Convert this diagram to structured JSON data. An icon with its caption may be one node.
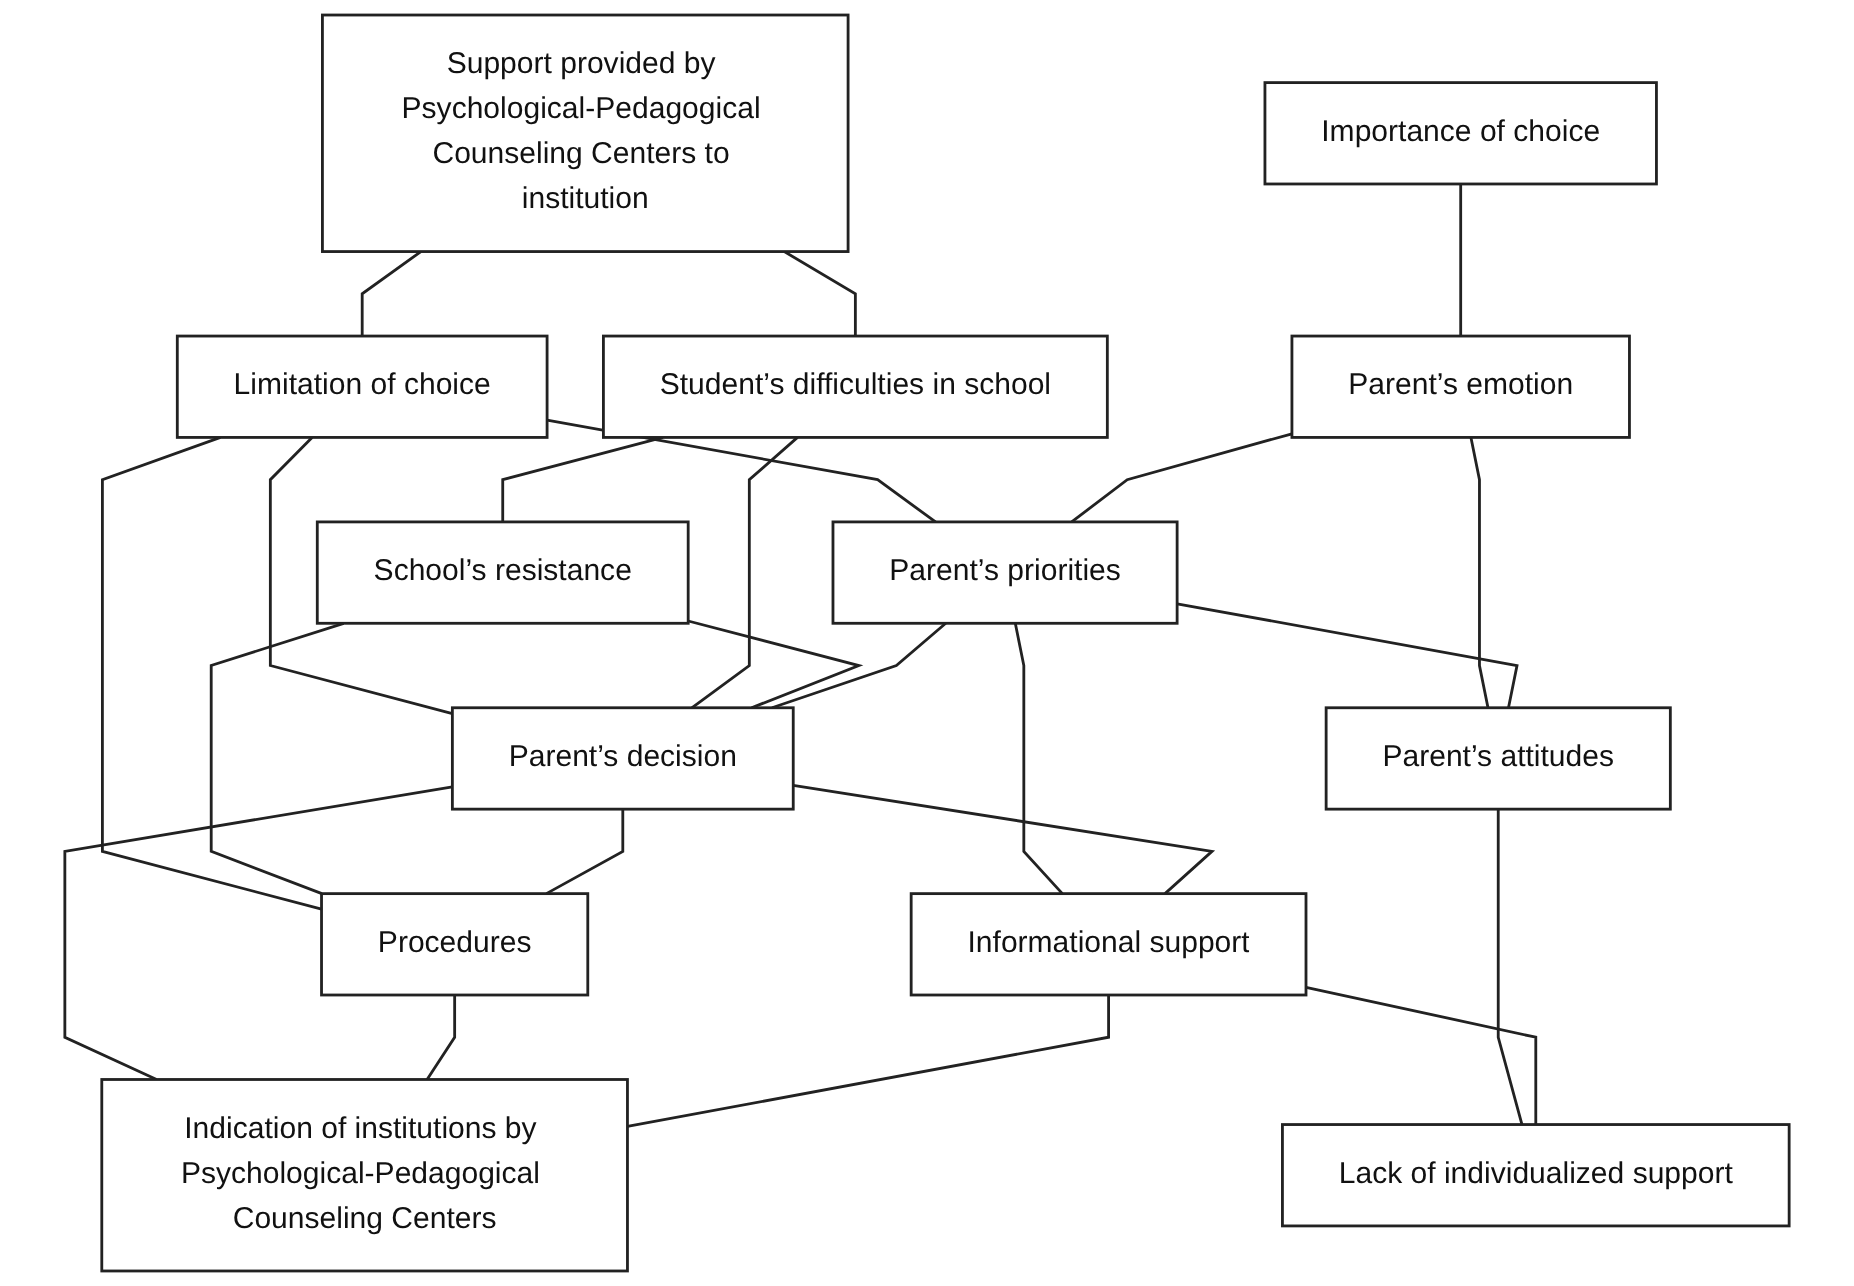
{
  "diagram": {
    "nodes": [
      {
        "text": [
          "Support provided by Psychological-Pedagogical Counseling Centers to institution"
        ]
      },
      {
        "text": [
          "Student’s difficulties in school"
        ]
      },
      {
        "text": [
          "Importance of choice"
        ]
      },
      {
        "text": [
          "Limitation of choice"
        ]
      },
      {
        "text": [
          "School’s resistance"
        ]
      },
      {
        "text": [
          "Parent’s emotion"
        ]
      },
      {
        "text": [
          "Parent’s priorities"
        ]
      },
      {
        "text": [
          "Parent’s decision"
        ]
      },
      {
        "text": [
          "Procedures"
        ]
      },
      {
        "text": [
          "Parent’s attitudes"
        ]
      },
      {
        "text": [
          "Informational support"
        ]
      },
      {
        "text": [
          "Indication of institutions by Psychological-Pedagogical Counseling Centers"
        ]
      },
      {
        "text": [
          "Lack of individualized support"
        ]
      }
    ],
    "edges": [
      {
        "from": 0,
        "to": 1,
        "arrow": "none"
      },
      {
        "from": 0,
        "to": 3,
        "arrow": "none"
      },
      {
        "from": 1,
        "to": 4,
        "arrow": "none"
      },
      {
        "from": 2,
        "to": 5,
        "arrow": "none"
      },
      {
        "from": 3,
        "to": 6,
        "arrow": "none"
      },
      {
        "from": 3,
        "to": 7,
        "arrow": "none"
      },
      {
        "from": 3,
        "to": 8,
        "arrow": "none"
      },
      {
        "from": 1,
        "to": 7,
        "arrow": "none"
      },
      {
        "from": 4,
        "to": 7,
        "arrow": "none"
      },
      {
        "from": 4,
        "to": 8,
        "arrow": "none"
      },
      {
        "from": 5,
        "to": 6,
        "arrow": "none"
      },
      {
        "from": 6,
        "to": 7,
        "arrow": "none"
      },
      {
        "from": 7,
        "to": 8,
        "arrow": "none"
      },
      {
        "from": 5,
        "to": 9,
        "arrow": "none"
      },
      {
        "from": 6,
        "to": 9,
        "arrow": "none"
      },
      {
        "from": 6,
        "to": 10,
        "arrow": "none"
      },
      {
        "from": 7,
        "to": 10,
        "arrow": "none"
      },
      {
        "from": 7,
        "to": 11,
        "arrow": "none"
      },
      {
        "from": 8,
        "to": 11,
        "arrow": "none"
      },
      {
        "from": 10,
        "to": 11,
        "arrow": "none"
      },
      {
        "from": 9,
        "to": 12,
        "arrow": "none"
      },
      {
        "from": 10,
        "to": 12,
        "arrow": "none"
      }
    ]
  }
}
